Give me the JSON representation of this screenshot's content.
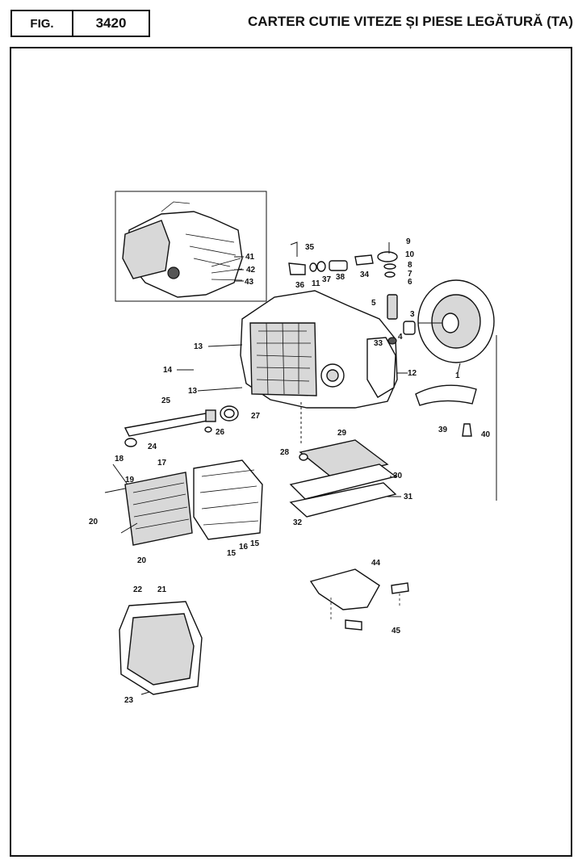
{
  "header": {
    "fig_label": "FIG.",
    "fig_number": "3420",
    "title": "CARTER CUTIE VITEZE ȘI PIESE LEGĂTURĂ (TA)"
  },
  "callouts": {
    "c1": "1",
    "c3": "3",
    "c4": "4",
    "c5": "5",
    "c6": "6",
    "c7": "7",
    "c8": "8",
    "c9": "9",
    "c10": "10",
    "c11": "11",
    "c12": "12",
    "c13a": "13",
    "c13b": "13",
    "c14": "14",
    "c15a": "15",
    "c15b": "15",
    "c16": "16",
    "c17": "17",
    "c18": "18",
    "c19": "19",
    "c20a": "20",
    "c20b": "20",
    "c21": "21",
    "c22": "22",
    "c23": "23",
    "c24": "24",
    "c25": "25",
    "c26": "26",
    "c27": "27",
    "c28": "28",
    "c29": "29",
    "c30": "30",
    "c31": "31",
    "c32": "32",
    "c33": "33",
    "c34": "34",
    "c35": "35",
    "c36": "36",
    "c37": "37",
    "c38": "38",
    "c39": "39",
    "c40": "40",
    "c41": "41",
    "c42": "42",
    "c43": "43",
    "c44": "44",
    "c45": "45"
  }
}
